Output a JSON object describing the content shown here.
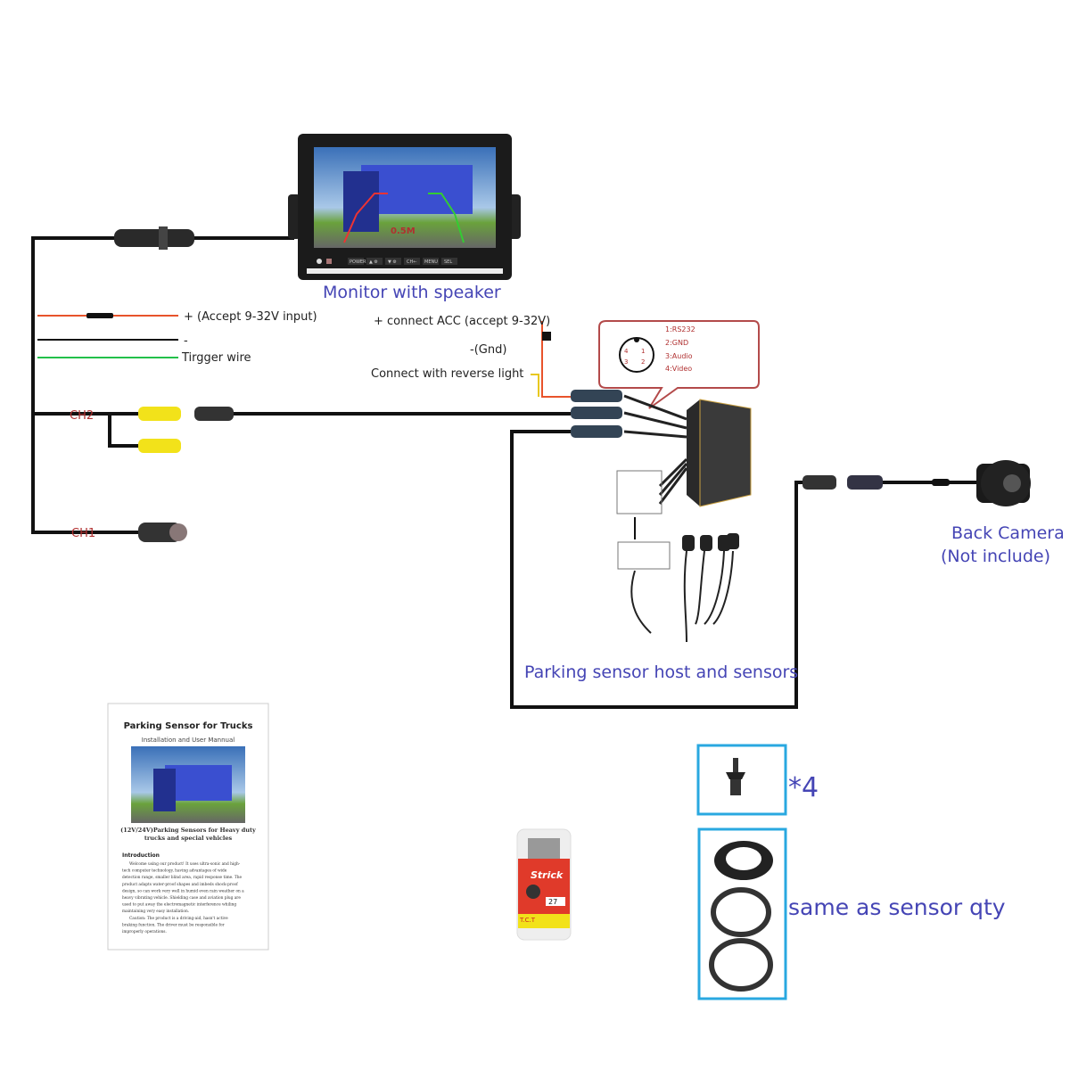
{
  "monitor": {
    "label": "Monitor with speaker",
    "screen_distance": "0.5M",
    "buttons": [
      "POWER",
      "▲ ⚙",
      "▼ ⚙",
      "CH←",
      "MENU",
      "SEL"
    ]
  },
  "wires": {
    "power": "+ (Accept 9-32V input)",
    "ground": "-",
    "trigger": "Tirgger wire",
    "ch2": "CH2",
    "ch1": "CH1",
    "acc": "+ connect ACC (accept 9-32V)",
    "gnd": "-(Gnd)",
    "reverse": "Connect with reverse light"
  },
  "pinout": {
    "pins": [
      "1:RS232",
      "2:GND",
      "3:Audio",
      "4:Video"
    ],
    "numbers": [
      "1",
      "2",
      "3",
      "4"
    ]
  },
  "sensor_host": {
    "label": "Parking sensor host and sensors"
  },
  "camera": {
    "label_line1": "Back Camera",
    "label_line2": "(Not include)"
  },
  "manual": {
    "title": "Parking Sensor for Trucks",
    "subtitle": "Installation and User Mannual",
    "heading1": "(12V/24V)Parking Sensors for Heavy duty",
    "heading2": "trucks and special vehicles",
    "intro_title": "Introduction",
    "intro_lines": [
      "Welcome using our product! It uses ultra-sonic and high-",
      "tech computer technology, having advantages of wide",
      "detection range, smaller blind area, rapid response time. The",
      "product adapts water-proof shapes and imbeds shock-proof",
      "design, so can work very well in humid even rain weather on a",
      "heavy vibrating vehicle. Shielding case and aviation plug are",
      "used to put away the electromagnetic interference whiling",
      "maintaining very easy installation.",
      "Caution: The product is a driving-aid, hasn't active",
      "braking function. The driver must be responsible for",
      "improperly operations."
    ]
  },
  "drill": {
    "brand": "Strick",
    "size": "27",
    "type": "T.C.T"
  },
  "accessories": {
    "screw_qty": "*4",
    "nut_qty": "same as sensor qty"
  },
  "colors": {
    "label_blue": "#4545b5",
    "accent_cyan": "#29a8e0",
    "pin_red": "#b03030"
  }
}
